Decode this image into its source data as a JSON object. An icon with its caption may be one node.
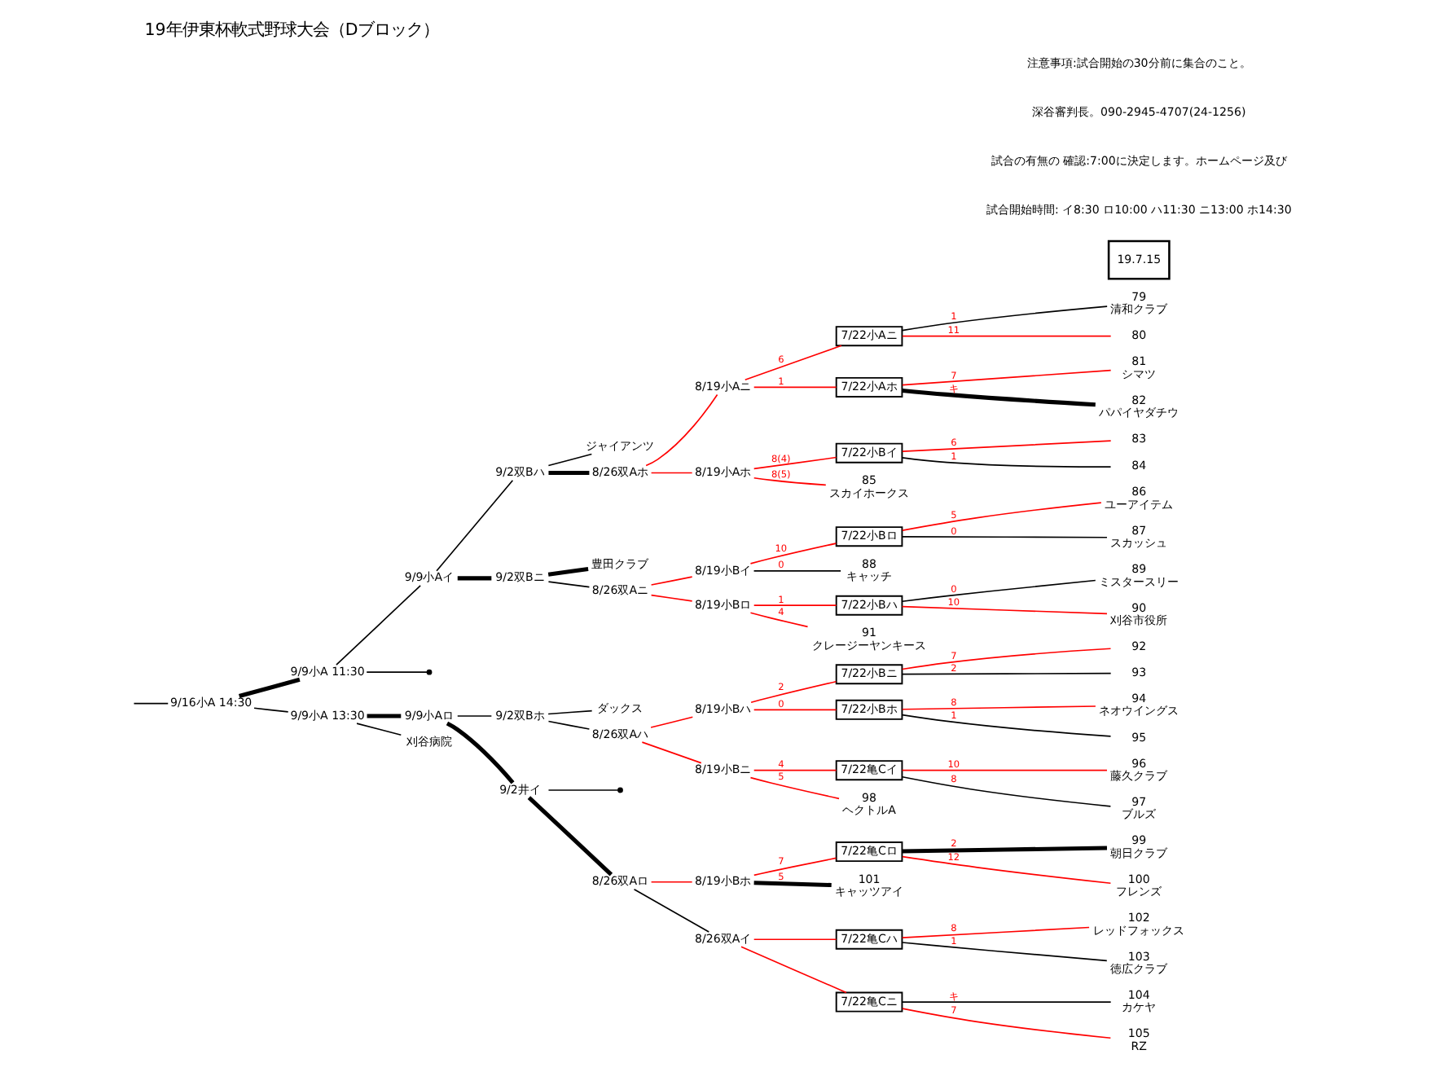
{
  "diagram": {
    "title": "19年伊東杯軟式野球大会（Dブロック）",
    "nodes": [
      {
        "text": [
          "9/16小A 14:30"
        ]
      },
      {
        "text": [
          "9/9小A 11:30"
        ]
      },
      {
        "text": [
          "9/9小A 13:30"
        ]
      },
      {
        "text": [
          "9/9小Aイ"
        ]
      },
      {
        "text": [],
        "shape": "point"
      },
      {
        "text": [
          "9/9小Aロ"
        ]
      },
      {
        "text": [
          "刈谷病院"
        ]
      },
      {
        "text": [
          "9/2双Bハ"
        ]
      },
      {
        "text": [
          "9/2双Bニ"
        ]
      },
      {
        "text": [
          "9/2双Bホ"
        ]
      },
      {
        "text": [
          "9/2井イ"
        ]
      },
      {
        "text": [
          "ジャイアンツ"
        ]
      },
      {
        "text": [
          "豊田クラブ"
        ]
      },
      {
        "text": [
          "ダックス"
        ]
      },
      {
        "text": [],
        "shape": "point"
      },
      {
        "text": [
          "8/26双Aホ"
        ]
      },
      {
        "text": [
          "8/26双Aニ"
        ]
      },
      {
        "text": [
          "8/26双Aハ"
        ]
      },
      {
        "text": [
          "8/26双Aロ"
        ]
      },
      {
        "text": [
          "8/19小Aニ"
        ]
      },
      {
        "text": [
          "8/19小Aホ"
        ]
      },
      {
        "text": [
          "8/19小Bイ"
        ]
      },
      {
        "text": [
          "8/19小Bロ"
        ]
      },
      {
        "text": [
          "8/19小Bハ"
        ]
      },
      {
        "text": [
          "8/19小Bニ"
        ]
      },
      {
        "text": [
          "8/19小Bホ"
        ]
      },
      {
        "text": [
          "8/26双Aイ"
        ]
      },
      {
        "text": [
          "7/22小Aニ"
        ]
      },
      {
        "text": [
          "7/22小Aホ"
        ]
      },
      {
        "text": [
          "7/22小Bイ"
        ]
      },
      {
        "text": [
          "7/22小Bロ"
        ]
      },
      {
        "text": [
          "7/22小Bハ"
        ]
      },
      {
        "text": [
          "7/22小Bニ"
        ]
      },
      {
        "text": [
          "7/22小Bホ"
        ]
      },
      {
        "text": [
          "7/22亀Cイ"
        ]
      },
      {
        "text": [
          "7/22亀Cロ"
        ]
      },
      {
        "text": [
          "7/22亀Cハ"
        ]
      },
      {
        "text": [
          "7/22亀Cニ"
        ]
      },
      {
        "text": [
          "79",
          "清和クラブ"
        ]
      },
      {
        "text": [
          "80"
        ]
      },
      {
        "text": [
          "81",
          "シマツ"
        ]
      },
      {
        "text": [
          "82",
          "パパイヤダチウ"
        ]
      },
      {
        "text": [
          "83"
        ]
      },
      {
        "text": [
          "84"
        ]
      },
      {
        "text": [
          "85",
          "スカイホークス"
        ]
      },
      {
        "text": [
          "86",
          "ユーアイテム"
        ]
      },
      {
        "text": [
          "87",
          "スカッシュ"
        ]
      },
      {
        "text": [
          "88",
          "キャッチ"
        ]
      },
      {
        "text": [
          "89",
          "ミスタースリー"
        ]
      },
      {
        "text": [
          "90",
          "刈谷市役所"
        ]
      },
      {
        "text": [
          "91",
          "クレージーヤンキース"
        ]
      },
      {
        "text": [
          "92"
        ]
      },
      {
        "text": [
          "93"
        ]
      },
      {
        "text": [
          "94",
          "ネオウイングス"
        ]
      },
      {
        "text": [
          "95"
        ]
      },
      {
        "text": [
          "96",
          "藤久クラブ"
        ]
      },
      {
        "text": [
          "97",
          "ブルズ"
        ]
      },
      {
        "text": [
          "98",
          "ヘクトルA"
        ]
      },
      {
        "text": [
          "99",
          "朝日クラブ"
        ]
      },
      {
        "text": [
          "100",
          "フレンズ"
        ]
      },
      {
        "text": [
          "101",
          "キャッツアイ"
        ]
      },
      {
        "text": [
          "102",
          "レッドフォックス"
        ]
      },
      {
        "text": [
          "103",
          "徳広クラブ"
        ]
      },
      {
        "text": [
          "104",
          "カケヤ"
        ]
      },
      {
        "text": [
          "105",
          "RZ"
        ]
      }
    ],
    "edges": [
      {
        "from": 0,
        "to": null,
        "arrow": "none"
      },
      {
        "from": 1,
        "to": 0,
        "arrow": "none",
        "style": "thick"
      },
      {
        "from": 2,
        "to": 0,
        "arrow": "none"
      },
      {
        "from": 3,
        "to": 1,
        "arrow": "none"
      },
      {
        "from": 4,
        "to": 1,
        "arrow": "none"
      },
      {
        "from": 5,
        "to": 2,
        "arrow": "none",
        "style": "thick"
      },
      {
        "from": 6,
        "to": 2,
        "arrow": "none"
      },
      {
        "from": 7,
        "to": 3,
        "arrow": "none"
      },
      {
        "from": 8,
        "to": 3,
        "arrow": "none",
        "style": "thick"
      },
      {
        "from": 9,
        "to": 5,
        "arrow": "none"
      },
      {
        "from": 10,
        "to": 5,
        "arrow": "none",
        "style": "thick"
      },
      {
        "from": 15,
        "to": 7,
        "arrow": "none",
        "style": "thick"
      },
      {
        "from": 11,
        "to": 7,
        "arrow": "none"
      },
      {
        "from": 16,
        "to": 8,
        "arrow": "none"
      },
      {
        "from": 12,
        "to": 8,
        "arrow": "none",
        "style": "thick"
      },
      {
        "from": 17,
        "to": 9,
        "arrow": "none"
      },
      {
        "from": 13,
        "to": 9,
        "arrow": "none"
      },
      {
        "from": 18,
        "to": 10,
        "arrow": "none",
        "style": "thick"
      },
      {
        "from": 14,
        "to": 10,
        "arrow": "none"
      },
      {
        "from": 19,
        "to": 15,
        "arrow": "none",
        "color": "#ff0000"
      },
      {
        "from": 20,
        "to": 15,
        "arrow": "none",
        "color": "#ff0000"
      },
      {
        "from": 21,
        "to": 16,
        "arrow": "none",
        "color": "#ff0000"
      },
      {
        "from": 22,
        "to": 16,
        "arrow": "none",
        "color": "#ff0000"
      },
      {
        "from": 23,
        "to": 17,
        "arrow": "none",
        "color": "#ff0000"
      },
      {
        "from": 24,
        "to": 17,
        "arrow": "none",
        "color": "#ff0000"
      },
      {
        "from": 25,
        "to": 18,
        "arrow": "none",
        "color": "#ff0000"
      },
      {
        "from": 26,
        "to": 18,
        "arrow": "none"
      },
      {
        "from": 27,
        "to": 19,
        "arrow": "none",
        "label": "6",
        "color": "#ff0000"
      },
      {
        "from": 28,
        "to": 19,
        "arrow": "none",
        "label": "1",
        "color": "#ff0000"
      },
      {
        "from": 29,
        "to": 20,
        "arrow": "none",
        "label": "8(4)",
        "color": "#ff0000"
      },
      {
        "from": 44,
        "to": 20,
        "arrow": "none",
        "label": "8(5)",
        "color": "#ff0000"
      },
      {
        "from": 30,
        "to": 21,
        "arrow": "none",
        "label": "10",
        "color": "#ff0000"
      },
      {
        "from": 47,
        "to": 21,
        "arrow": "none",
        "label": "0"
      },
      {
        "from": 31,
        "to": 22,
        "arrow": "none",
        "label": "1",
        "color": "#ff0000"
      },
      {
        "from": 50,
        "to": 22,
        "arrow": "none",
        "label": "4",
        "color": "#ff0000"
      },
      {
        "from": 32,
        "to": 23,
        "arrow": "none",
        "label": "2",
        "color": "#ff0000"
      },
      {
        "from": 33,
        "to": 23,
        "arrow": "none",
        "label": "0",
        "color": "#ff0000"
      },
      {
        "from": 34,
        "to": 24,
        "arrow": "none",
        "label": "4",
        "color": "#ff0000"
      },
      {
        "from": 57,
        "to": 24,
        "arrow": "none",
        "label": "5",
        "color": "#ff0000"
      },
      {
        "from": 35,
        "to": 25,
        "arrow": "none",
        "label": "7",
        "color": "#ff0000"
      },
      {
        "from": 60,
        "to": 25,
        "arrow": "none",
        "label": "5",
        "style": "thick"
      },
      {
        "from": 36,
        "to": 26,
        "arrow": "none",
        "color": "#ff0000"
      },
      {
        "from": 37,
        "to": 26,
        "arrow": "none",
        "color": "#ff0000"
      },
      {
        "from": 38,
        "to": 27,
        "arrow": "none",
        "label": "1"
      },
      {
        "from": 39,
        "to": 27,
        "arrow": "none",
        "label": "11",
        "color": "#ff0000"
      },
      {
        "from": 40,
        "to": 28,
        "arrow": "none",
        "label": "7",
        "color": "#ff0000"
      },
      {
        "from": 41,
        "to": 28,
        "arrow": "none",
        "label": "キ",
        "style": "thick"
      },
      {
        "from": 42,
        "to": 29,
        "arrow": "none",
        "label": "6",
        "color": "#ff0000"
      },
      {
        "from": 43,
        "to": 29,
        "arrow": "none",
        "label": "1"
      },
      {
        "from": 45,
        "to": 30,
        "arrow": "none",
        "label": "5",
        "color": "#ff0000"
      },
      {
        "from": 46,
        "to": 30,
        "arrow": "none",
        "label": "0"
      },
      {
        "from": 48,
        "to": 31,
        "arrow": "none",
        "label": "0"
      },
      {
        "from": 49,
        "to": 31,
        "arrow": "none",
        "label": "10",
        "color": "#ff0000"
      },
      {
        "from": 51,
        "to": 32,
        "arrow": "none",
        "label": "7",
        "color": "#ff0000"
      },
      {
        "from": 52,
        "to": 32,
        "arrow": "none",
        "label": "2"
      },
      {
        "from": 53,
        "to": 33,
        "arrow": "none",
        "label": "8",
        "color": "#ff0000"
      },
      {
        "from": 54,
        "to": 33,
        "arrow": "none",
        "label": "1"
      },
      {
        "from": 55,
        "to": 34,
        "arrow": "none",
        "label": "10",
        "color": "#ff0000"
      },
      {
        "from": 56,
        "to": 34,
        "arrow": "none",
        "label": "8"
      },
      {
        "from": 58,
        "to": 35,
        "arrow": "none",
        "label": "2",
        "style": "thick"
      },
      {
        "from": 59,
        "to": 35,
        "arrow": "none",
        "label": "12",
        "color": "#ff0000"
      },
      {
        "from": 61,
        "to": 36,
        "arrow": "none",
        "label": "8",
        "color": "#ff0000"
      },
      {
        "from": 62,
        "to": 36,
        "arrow": "none",
        "label": "1"
      },
      {
        "from": 63,
        "to": 37,
        "arrow": "none",
        "label": "キ"
      },
      {
        "from": 64,
        "to": 37,
        "arrow": "none",
        "label": "7",
        "color": "#ff0000"
      }
    ],
    "labels": [
      "19.7.15",
      "試合開始時間: イ8:30 ロ10:00 ハ11:30 ニ13:00 ホ14:30",
      "試合の有無の 確認:7:00に決定します。ホームページ及び",
      "深谷審判長。090-2945-4707(24-1256)",
      "注意事項:試合開始の30分前に集合のこと。"
    ]
  }
}
